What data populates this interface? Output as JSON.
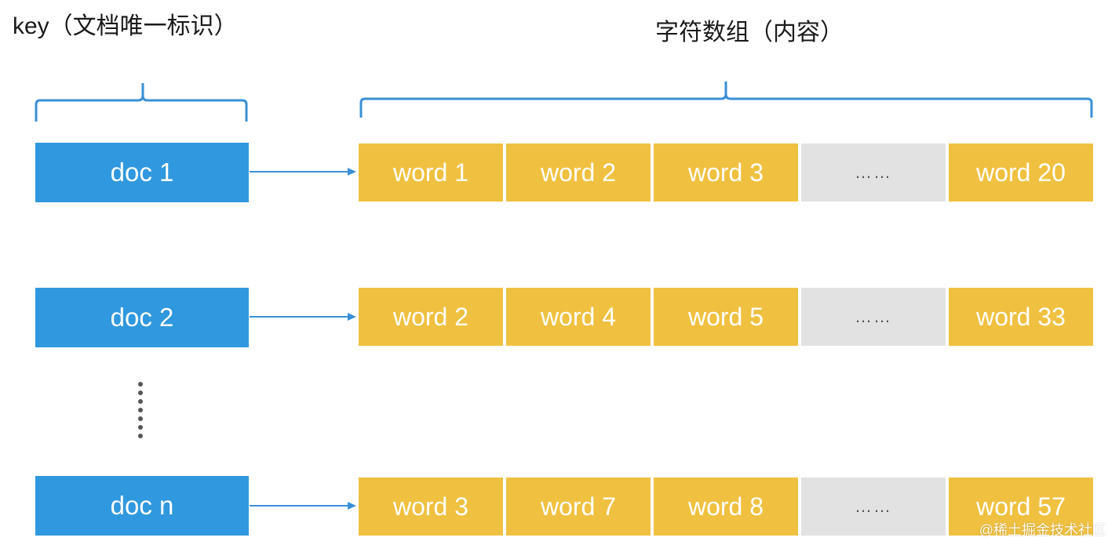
{
  "labels": {
    "key": "key（文档唯一标识）",
    "array": "字符数组（内容）"
  },
  "rows": [
    {
      "doc": "doc 1",
      "words": [
        "word 1",
        "word 2",
        "word 3",
        "……",
        "word 20"
      ]
    },
    {
      "doc": "doc 2",
      "words": [
        "word 2",
        "word 4",
        "word 5",
        "……",
        "word 33"
      ]
    },
    {
      "doc": "doc n",
      "words": [
        "word 3",
        "word 7",
        "word 8",
        "……",
        "word 57"
      ]
    }
  ],
  "watermark": "@稀土掘金技术社区",
  "colors": {
    "doc": "#3098de",
    "word": "#f0c140",
    "ellipsis_cell": "#e2e2e2",
    "bracket": "#3a8fd6",
    "arrow": "#3a8fd6",
    "dots": "#555555"
  }
}
